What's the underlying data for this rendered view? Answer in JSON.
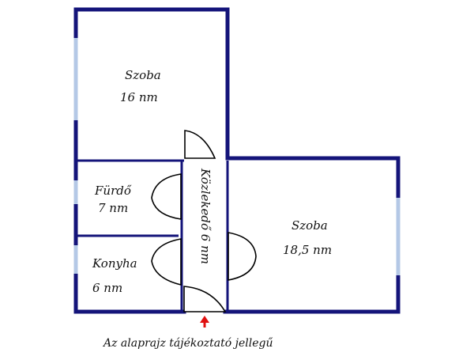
{
  "rooms": {
    "room_top": {
      "name": "Szoba",
      "area": "16 nm"
    },
    "bathroom": {
      "name": "Fürdő",
      "area": "7 nm"
    },
    "kitchen": {
      "name": "Konyha",
      "area": "6 nm"
    },
    "corridor": {
      "label": "Közlekedő 6 nm"
    },
    "room_right": {
      "name": "Szoba",
      "area": "18,5 nm"
    }
  },
  "caption": "Az alaprajz tájékoztató jellegű",
  "colors": {
    "wall": "#14147a",
    "window": "#b4c8e6",
    "entrance_arrow": "#e01010"
  },
  "icons": {
    "entrance": "up-arrow-icon"
  }
}
